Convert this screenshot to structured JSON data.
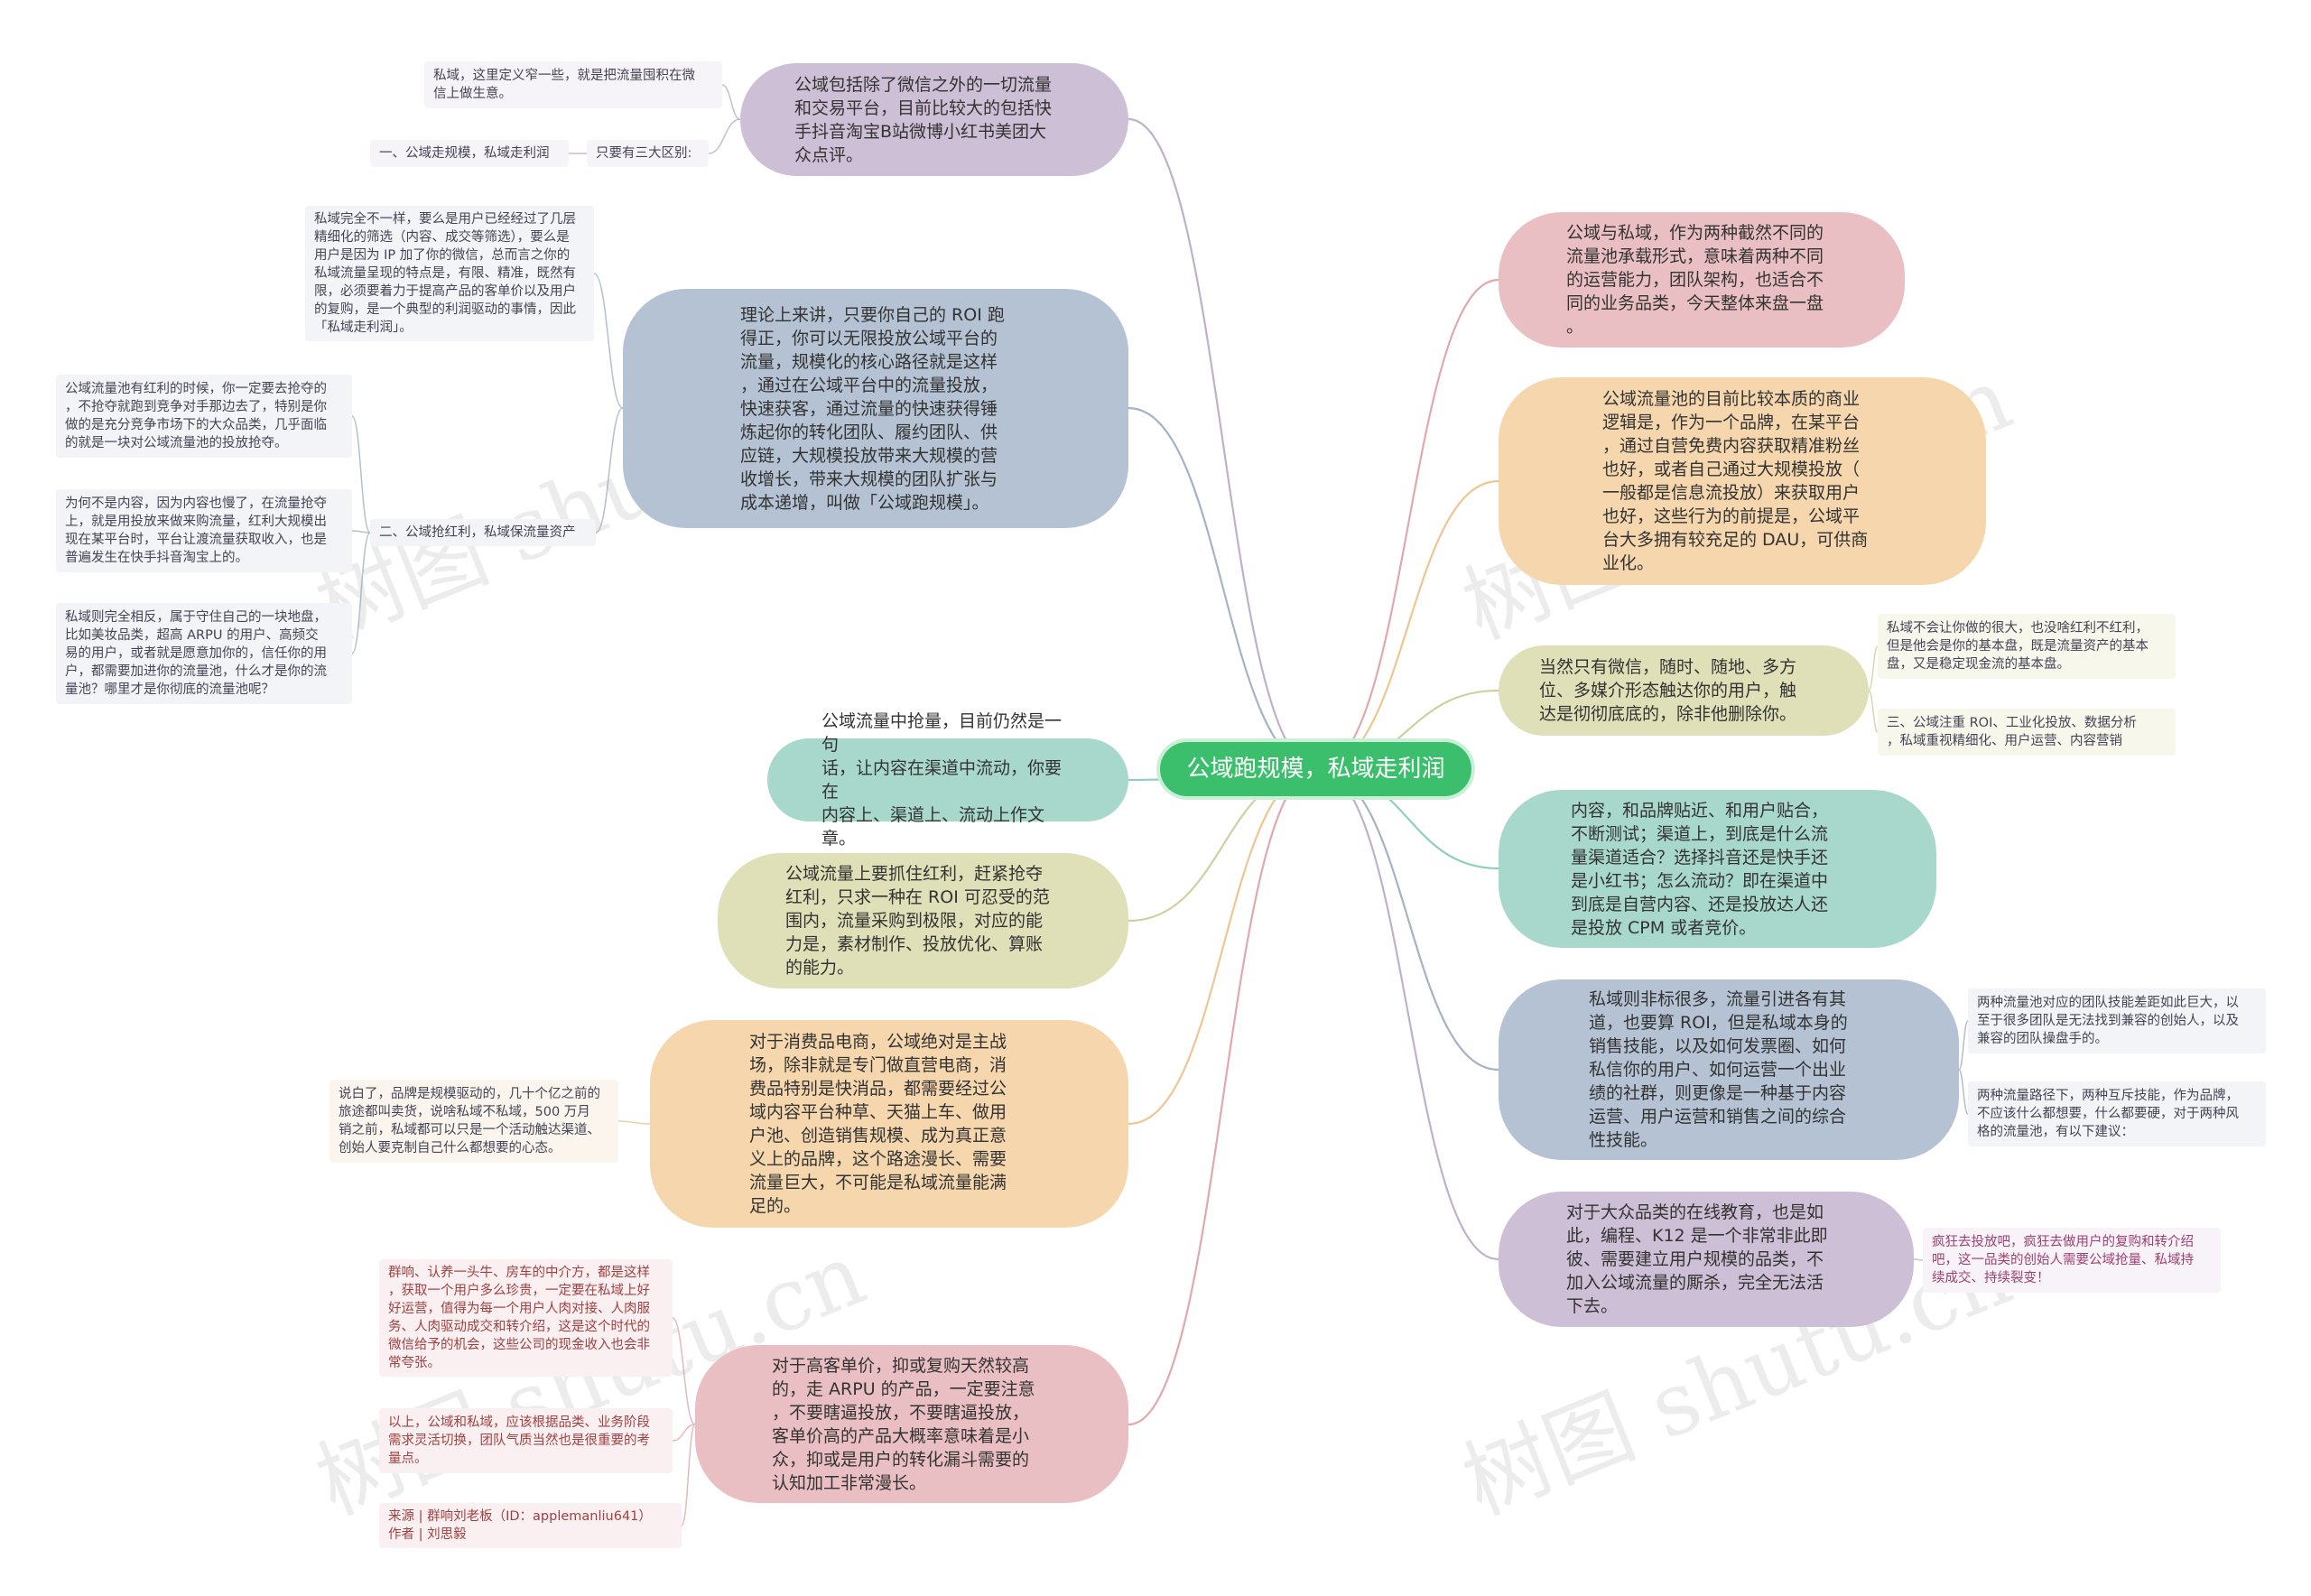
{
  "root": {
    "label": "公域跑规模，私域走利润"
  },
  "colors": {
    "root": "#3bbf6c",
    "purple": "#cdbfd6",
    "pink": "#eabfc3",
    "peach": "#f5d6ad",
    "khaki": "#dfe0b7",
    "teal": "#a8d8cc",
    "blue": "#b4c2d3",
    "leaf": "#f6f4f8"
  },
  "left": [
    {
      "text": "公域包括除了微信之外的一切流量\n和交易平台，目前比较大的包括快\n手抖音淘宝B站微博小红书美团大\n众点评。"
    },
    {
      "text": "理论上来讲，只要你自己的 ROI 跑\n得正，你可以无限投放公域平台的\n流量，规模化的核心路径就是这样\n，通过在公域平台中的流量投放，\n快速获客，通过流量的快速获得锤\n炼起你的转化团队、履约团队、供\n应链，大规模投放带来大规模的营\n收增长，带来大规模的团队扩张与\n成本递增，叫做「公域跑规模」。"
    },
    {
      "text": "公域流量中抢量，目前仍然是一句\n话，让内容在渠道中流动，你要在\n内容上、渠道上、流动上作文章。"
    },
    {
      "text": "公域流量上要抓住红利，赶紧抢夺\n红利，只求一种在 ROI 可忍受的范\n围内，流量采购到极限，对应的能\n力是，素材制作、投放优化、算账\n的能力。"
    },
    {
      "text": "对于消费品电商，公域绝对是主战\n场，除非就是专门做直营电商，消\n费品特别是快消品，都需要经过公\n域内容平台种草、天猫上车、做用\n户池、创造销售规模、成为真正意\n义上的品牌，这个路途漫长、需要\n流量巨大，不可能是私域流量能满\n足的。"
    },
    {
      "text": "对于高客单价，抑或复购天然较高\n的，走 ARPU 的产品，一定要注意\n，不要瞎逼投放，不要瞎逼投放，\n客单价高的产品大概率意味着是小\n众，抑或是用户的转化漏斗需要的\n认知加工非常漫长。"
    }
  ],
  "right": [
    {
      "text": "公域与私域，作为两种截然不同的\n流量池承载形式，意味着两种不同\n的运营能力，团队架构，也适合不\n同的业务品类，今天整体来盘一盘\n。"
    },
    {
      "text": "公域流量池的目前比较本质的商业\n逻辑是，作为一个品牌，在某平台\n，通过自营免费内容获取精准粉丝\n也好，或者自己通过大规模投放（\n一般都是信息流投放）来获取用户\n也好，这些行为的前提是，公域平\n台大多拥有较充足的 DAU，可供商\n业化。"
    },
    {
      "text": "当然只有微信，随时、随地、多方\n位、多媒介形态触达你的用户，触\n达是彻彻底底的，除非他删除你。"
    },
    {
      "text": "内容，和品牌贴近、和用户贴合，\n不断测试；渠道上，到底是什么流\n量渠道适合？选择抖音还是快手还\n是小红书；怎么流动？即在渠道中\n到底是自营内容、还是投放达人还\n是投放 CPM 或者竞价。"
    },
    {
      "text": "私域则非标很多，流量引进各有其\n道，也要算 ROI，但是私域本身的\n销售技能，以及如何发票圈、如何\n私信你的用户、如何运营一个出业\n绩的社群，则更像是一种基于内容\n运营、用户运营和销售之间的综合\n性技能。"
    },
    {
      "text": "对于大众品类的在线教育，也是如\n此，编程、K12 是一个非常非此即\n彼、需要建立用户规模的品类，不\n加入公域流量的厮杀，完全无法活\n下去。"
    }
  ],
  "leaves": {
    "l1a": "私域，这里定义窄一些，就是把流量囤积在微\n信上做生意。",
    "l1b": "只要有三大区别:",
    "l1c": "一、公域走规模，私域走利润",
    "l2a": "私域完全不一样，要么是用户已经经过了几层\n精细化的筛选（内容、成交等筛选），要么是\n用户是因为 IP 加了你的微信，总而言之你的\n私域流量呈现的特点是，有限、精准，既然有\n限，必须要着力于提高产品的客单价以及用户\n的复购，是一个典型的利润驱动的事情，因此\n「私域走利润」。",
    "l2b": "二、公域抢红利，私域保流量资产",
    "l2c": "公域流量池有红利的时候，你一定要去抢夺的\n，不抢夺就跑到竞争对手那边去了，特别是你\n做的是充分竞争市场下的大众品类，几乎面临\n的就是一块对公域流量池的投放抢夺。",
    "l2d": "为何不是内容，因为内容也慢了，在流量抢夺\n上，就是用投放来做来购流量，红利大规模出\n现在某平台时，平台让渡流量获取收入，也是\n普遍发生在快手抖音淘宝上的。",
    "l2e": "私域则完全相反，属于守住自己的一块地盘，\n比如美妆品类，超高 ARPU 的用户、高频交\n易的用户，或者就是愿意加你的，信任你的用\n户，都需要加进你的流量池，什么才是你的流\n量池？哪里才是你彻底的流量池呢？",
    "l5a": "说白了，品牌是规模驱动的，几十个亿之前的\n旅途都叫卖货，说啥私域不私域，500 万月\n销之前，私域都可以只是一个活动触达渠道、\n创始人要克制自己什么都想要的心态。",
    "l6a": "群响、认养一头牛、房车的中介方，都是这样\n，获取一个用户多么珍贵，一定要在私域上好\n好运营，值得为每一个用户人肉对接、人肉服\n务、人肉驱动成交和转介绍，这是这个时代的\n微信给予的机会，这些公司的现金收入也会非\n常夸张。",
    "l6b": "以上，公域和私域，应该根据品类、业务阶段\n需求灵活切换，团队气质当然也是很重要的考\n量点。",
    "l6c": "来源 | 群响刘老板（ID：applemanliu641）\n作者 | 刘思毅",
    "r3a": "私域不会让你做的很大，也没啥红利不红利，\n但是他会是你的基本盘，既是流量资产的基本\n盘，又是稳定现金流的基本盘。",
    "r3b": "三、公域注重 ROI、工业化投放、数据分析\n，私域重视精细化、用户运营、内容营销",
    "r5a": "两种流量池对应的团队技能差距如此巨大，以\n至于很多团队是无法找到兼容的创始人，以及\n兼容的团队操盘手的。",
    "r5b": "两种流量路径下，两种互斥技能，作为品牌，\n不应该什么都想要，什么都要硬，对于两种风\n格的流量池，有以下建议：",
    "r6a": "疯狂去投放吧，疯狂去做用户的复购和转介绍\n吧，这一品类的创始人需要公域抢量、私域持\n续成交、持续裂变！"
  },
  "watermark": "树图 shutu.cn"
}
